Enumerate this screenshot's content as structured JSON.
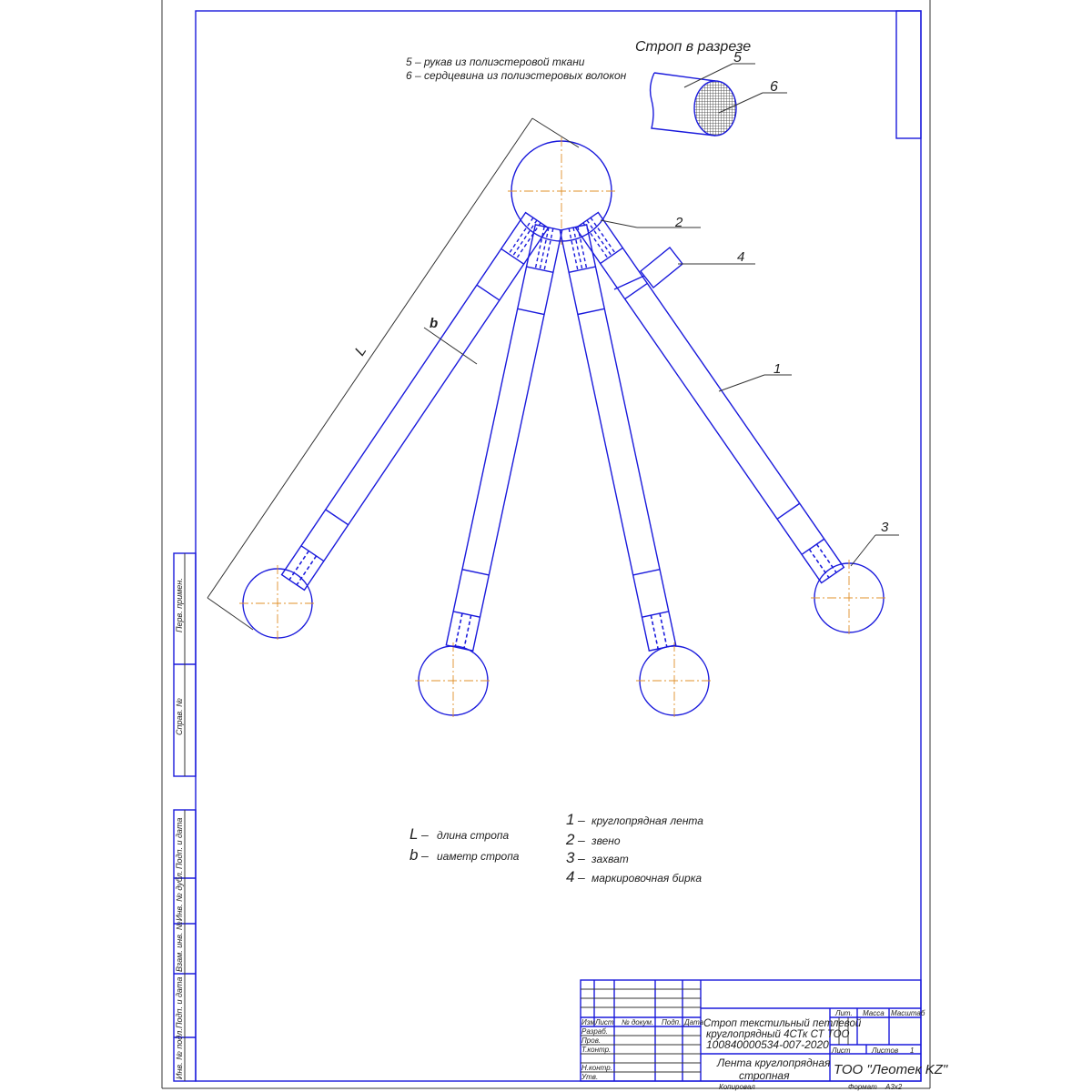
{
  "notes": {
    "n5": "5 – рукав из полиэстеровой ткани",
    "n6": "6 – сердцевина из полиэстеровых волокон"
  },
  "section": {
    "title": "Строп в разрезе",
    "label5": "5",
    "label6": "6"
  },
  "callouts": {
    "c1": "1",
    "c2": "2",
    "c3": "3",
    "c4": "4",
    "L": "L",
    "b": "b"
  },
  "legend_dims": [
    {
      "sym": "L",
      "dash": "–",
      "text": "длина стропа"
    },
    {
      "sym": "b",
      "dash": "–",
      "text": "иаметр стропа"
    }
  ],
  "legend_parts": [
    {
      "sym": "1",
      "dash": "–",
      "text": "круглопрядная лента"
    },
    {
      "sym": "2",
      "dash": "–",
      "text": "звено"
    },
    {
      "sym": "3",
      "dash": "–",
      "text": "захват"
    },
    {
      "sym": "4",
      "dash": "–",
      "text": "маркировочная бирка"
    }
  ],
  "side_stamp": [
    "Перв. примен.",
    "Справ. №",
    "Подп. и дата",
    "Инв. № дубл.",
    "Взам. инв. №",
    "Подп. и дата",
    "Инв. № подл."
  ],
  "title_block": {
    "cols": [
      "Изм",
      "Лист",
      "№ докум.",
      "Подп.",
      "Дата"
    ],
    "rows": [
      "Разраб.",
      "Пров.",
      "Т.контр.",
      "Н.контр.",
      "Утв."
    ],
    "designation_line1": "Строп текстильный петлевой",
    "designation_line2": "круглопрядный 4СТк СТ ТОО",
    "designation_line3": "100840000534-007-2020",
    "name_line1": "Лента круглопрядная",
    "name_line2": "стропная",
    "lit": "Лит.",
    "mass": "Масса",
    "scale": "Масштаб",
    "sheet": "Лист",
    "sheets": "Листов",
    "sheets_value": "1",
    "company": "ТОО \"Леотек KZ\"",
    "copied": "Копировал",
    "format": "Формат",
    "format_value": "А3х2"
  }
}
